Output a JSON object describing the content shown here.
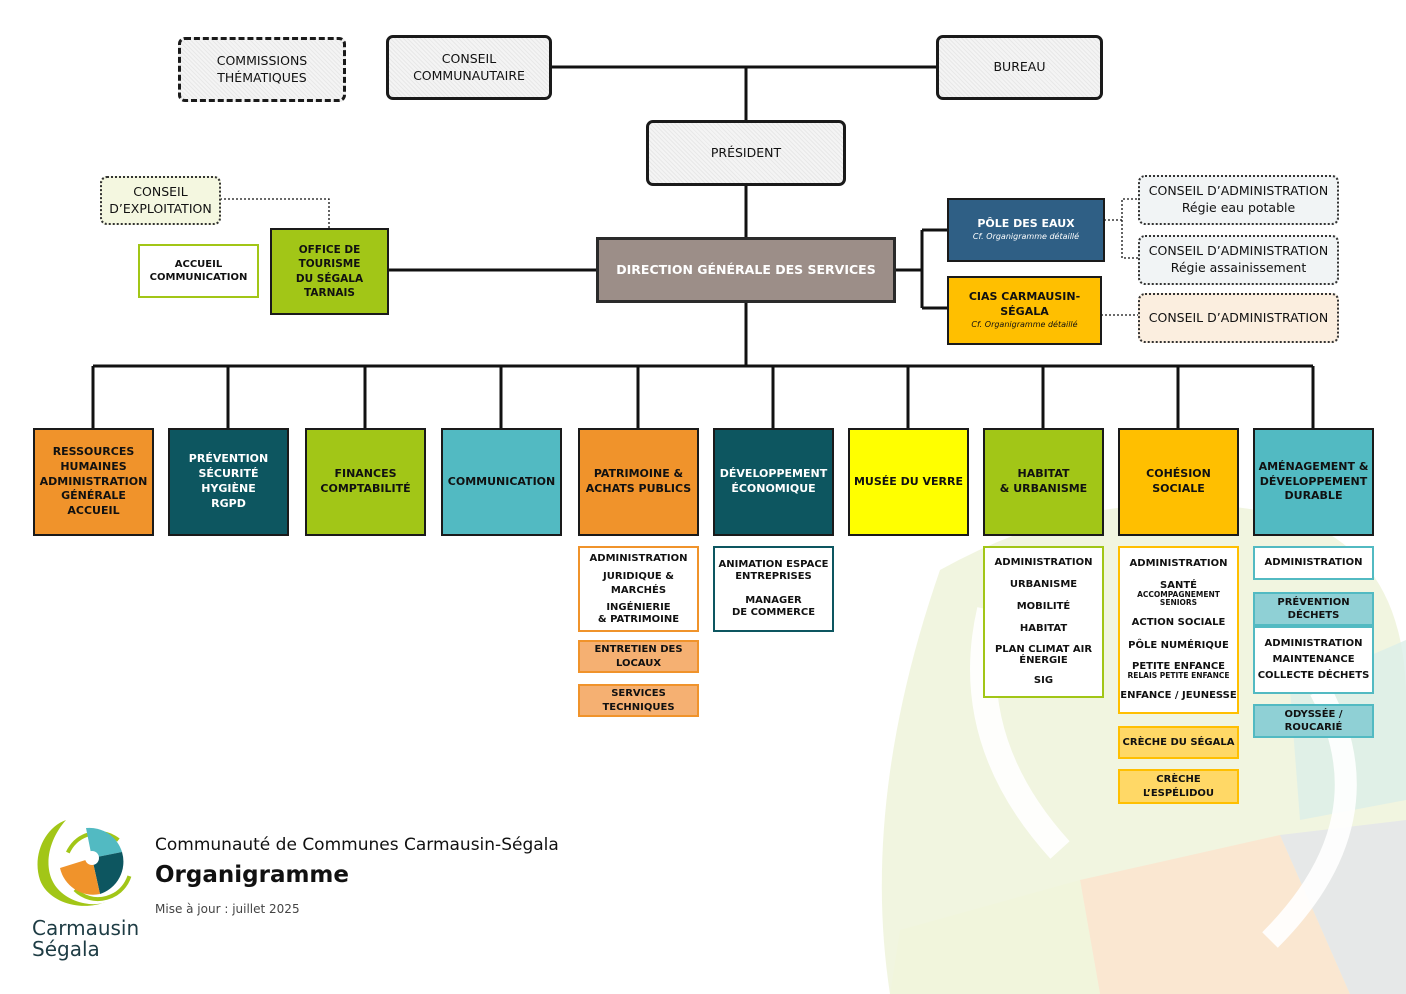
{
  "governance": {
    "commissions": "COMMISSIONS\nTHÉMATIQUES",
    "conseil": "CONSEIL\nCOMMUNAUTAIRE",
    "bureau": "BUREAU",
    "president": "PRÉSIDENT"
  },
  "dgs": "DIRECTION GÉNÉRALE DES SERVICES",
  "tourism": {
    "conseil_exploitation": "CONSEIL\nD’EXPLOITATION",
    "accueil": "ACCUEIL\nCOMMUNICATION",
    "office": "OFFICE DE TOURISME\nDU SÉGALA TARNAIS"
  },
  "poles": {
    "eaux": {
      "title": "PÔLE DES EAUX",
      "note": "Cf. Organigramme détaillé"
    },
    "cias": {
      "title": "CIAS CARMAUSIN-SÉGALA",
      "note": "Cf. Organigramme détaillé"
    },
    "ca1": {
      "title": "CONSEIL D’ADMINISTRATION",
      "sub": "Régie eau potable"
    },
    "ca2": {
      "title": "CONSEIL D’ADMINISTRATION",
      "sub": "Régie assainissement"
    },
    "ca3": {
      "title": "CONSEIL D’ADMINISTRATION"
    }
  },
  "departments": [
    {
      "label": "RESSOURCES\nHUMAINES\nADMINISTRATION\nGÉNÉRALE\nACCUEIL",
      "color": "#f0932b"
    },
    {
      "label": "PRÉVENTION\nSÉCURITÉ\nHYGIÈNE\nRGPD",
      "color": "#0d5660"
    },
    {
      "label": "FINANCES\nCOMPTABILITÉ",
      "color": "#a2c617"
    },
    {
      "label": "COMMUNICATION",
      "color": "#52bac2"
    },
    {
      "label": "PATRIMOINE &\nACHATS PUBLICS",
      "color": "#f0932b"
    },
    {
      "label": "DÉVELOPPEMENT\nÉCONOMIQUE",
      "color": "#0d5660"
    },
    {
      "label": "MUSÉE DU VERRE",
      "color": "#ffff00"
    },
    {
      "label": "HABITAT\n& URBANISME",
      "color": "#a2c617"
    },
    {
      "label": "COHÉSION SOCIALE",
      "color": "#ffbf00"
    },
    {
      "label": "AMÉNAGEMENT &\nDÉVELOPPEMENT\nDURABLE",
      "color": "#52bac2"
    }
  ],
  "patrimoine": {
    "services": [
      "ADMINISTRATION",
      "JURIDIQUE & MARCHÉS",
      "INGÉNIERIE\n& PATRIMOINE"
    ],
    "entretien": "ENTRETIEN DES LOCAUX",
    "techniques": "SERVICES TECHNIQUES"
  },
  "developpement": {
    "services": [
      "ANIMATION ESPACE\nENTREPRISES",
      "MANAGER\nDE COMMERCE"
    ]
  },
  "habitat": {
    "services": [
      "ADMINISTRATION",
      "URBANISME",
      "MOBILITÉ",
      "HABITAT",
      "PLAN CLIMAT AIR\nÉNERGIE",
      "SIG"
    ]
  },
  "cohesion": {
    "administration": "ADMINISTRATION",
    "sante": "SANTÉ",
    "sante_sub": "ACCOMPAGNEMENT\nSENIORS",
    "action_sociale": "ACTION SOCIALE",
    "pole_numerique": "PÔLE NUMÉRIQUE",
    "petite_enfance": "PETITE ENFANCE",
    "petite_enfance_sub": "RELAIS PETITE ENFANCE",
    "enfance_jeunesse": "ENFANCE / JEUNESSE",
    "creche1": "CRÈCHE DU SÉGALA",
    "creche2": "CRÈCHE L’ESPÉLIDOU"
  },
  "amenagement": {
    "administration": "ADMINISTRATION",
    "prevention_dechets": "PRÉVENTION DÉCHETS",
    "admin_collecte": "ADMINISTRATION\nMAINTENANCE\nCOLLECTE DÉCHETS",
    "odyssee": "ODYSSÉE / ROUCARIÉ"
  },
  "footer": {
    "org": "Communauté de Communes Carmausin-Ségala",
    "title": "Organigramme",
    "update": "Mise à jour : juillet 2025",
    "logo_text_1": "Carmausin",
    "logo_text_2": "Ségala"
  }
}
